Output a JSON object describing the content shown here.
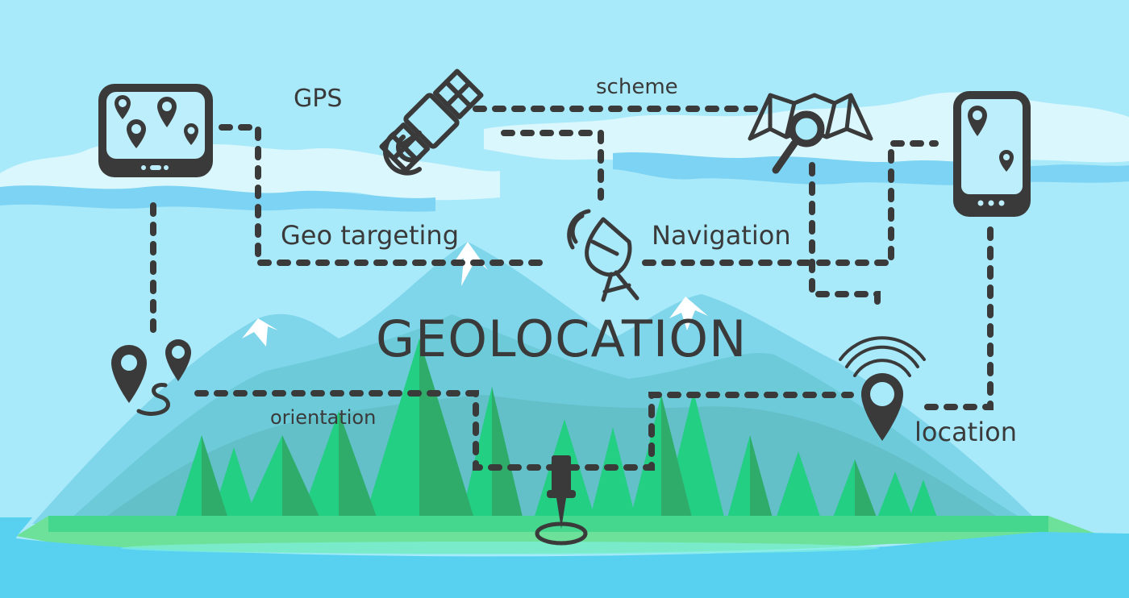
{
  "title": "GEOLOCATION",
  "labels": {
    "gps": "GPS",
    "scheme": "scheme",
    "geo_targeting": "Geo targeting",
    "navigation": "Navigation",
    "orientation": "orientation",
    "location": "location"
  },
  "icons": [
    "tablet-map-icon",
    "satellite-icon",
    "map-search-icon",
    "smartphone-map-icon",
    "satellite-dish-icon",
    "route-pins-icon",
    "wireless-location-pin-icon",
    "push-pin-icon"
  ],
  "colors": {
    "sky": "#a8e9fa",
    "cloud_light": "#d9f7fd",
    "cloud_shadow": "#7dd3f3",
    "mountain_far": "#7fd6ea",
    "mountain_mid": "#6dcbd9",
    "mountain_near": "#63bfc8",
    "tree_light": "#22cf83",
    "tree_dark": "#2fab6a",
    "grass": "#6de09a",
    "water": "#58d1f1",
    "ink": "#3a3a3a"
  }
}
